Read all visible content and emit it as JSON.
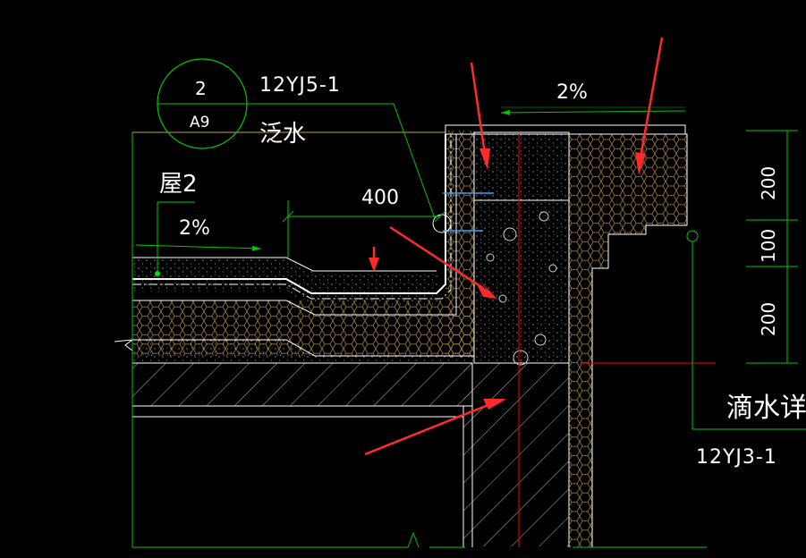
{
  "drawing": {
    "detail_bubble": {
      "number": "2",
      "sheet": "A9"
    },
    "reference_std": "12YJ5-1",
    "flashing_label": "泛水",
    "roof_label": "屋2",
    "slope_roof": "2%",
    "slope_parapet": "2%",
    "dim_flashing_height": "400",
    "dims_right": [
      "200",
      "100",
      "200"
    ],
    "drip_label": "滴水详",
    "drip_ref": "12YJ3-1",
    "colors": {
      "background": "#000000",
      "dimension_green": "#00c800",
      "hatch_yellow": "#c8a050",
      "outline_white": "#ffffff",
      "annotation_red": "#ff2a2a",
      "centerline_red": "#ff0000",
      "anchor_blue": "#3aa0ff"
    }
  }
}
